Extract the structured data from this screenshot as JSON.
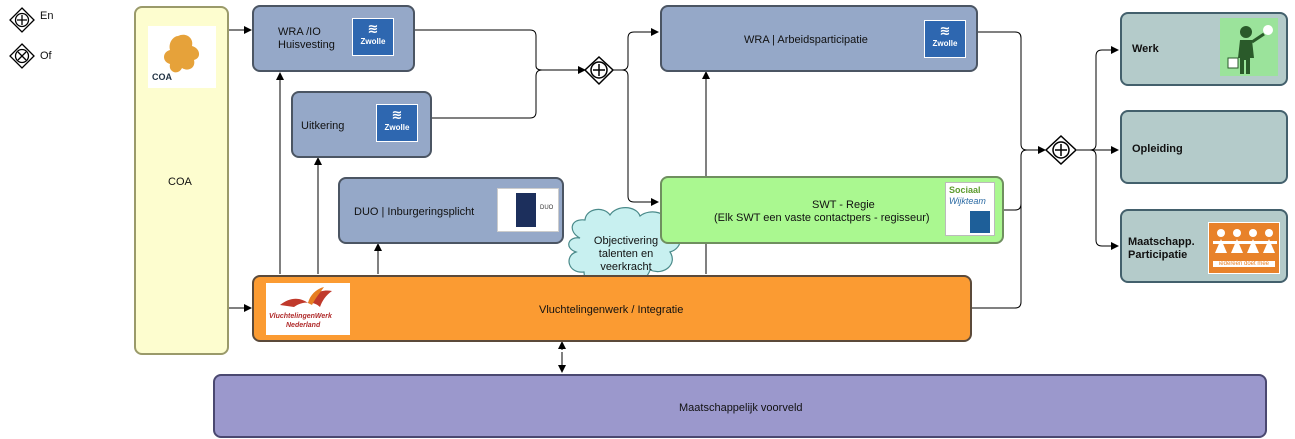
{
  "legend": {
    "and_label": "En",
    "or_label": "Of"
  },
  "nodes": {
    "coa": {
      "label": "COA",
      "logo_text": "COA"
    },
    "wra_io": {
      "line1": "WRA /IO",
      "line2": "Huisvesting"
    },
    "uitkering": {
      "label": "Uitkering"
    },
    "duo": {
      "label": "DUO | Inburgeringsplicht",
      "logo_text": "DUO"
    },
    "wra_arbeid": {
      "label": "WRA | Arbeidsparticipatie"
    },
    "swt": {
      "line1": "SWT - Regie",
      "line2": "(Elk SWT een vaste contactpers - regisseur)",
      "logo_line1": "Sociaal",
      "logo_line2": "Wijkteam"
    },
    "vluchtelingenwerk": {
      "label": "Vluchtelingenwerk / Integratie",
      "logo_line1": "VluchtelingenWerk",
      "logo_line2": "Nederland"
    },
    "maatschappelijk": {
      "label": "Maatschappelijk voorveld"
    },
    "cloud": {
      "line1": "Objectivering",
      "line2": "talenten en",
      "line3": "veerkracht"
    },
    "werk": {
      "label": "Werk"
    },
    "opleiding": {
      "label": "Opleiding"
    },
    "participatie": {
      "line1": "Maatschapp.",
      "line2": "Participatie",
      "logo_text": "iedereen doet mee"
    }
  },
  "zwolle_logo_text": "Zwolle",
  "colors": {
    "blue_box": "#95a8c8",
    "teal_box": "#b4cbca",
    "green_box": "#aaf890",
    "orange_box": "#fb9b32",
    "yellow_box": "#fdfdcf",
    "purple_box": "#9b98cc"
  }
}
